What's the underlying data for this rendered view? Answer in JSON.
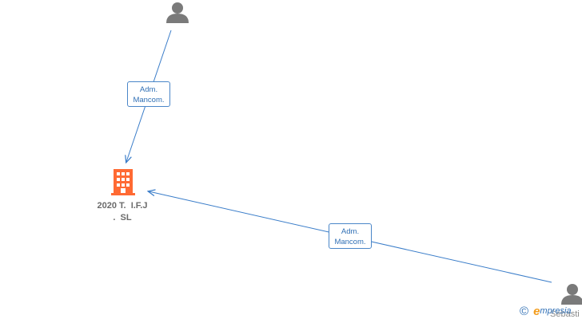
{
  "diagram": {
    "company": {
      "name_line1": "2020 T.  I.F.J",
      "name_line2": ".  SL",
      "icon": "building-icon",
      "color": "#ff6a33"
    },
    "persons": [
      {
        "id": "person-top",
        "icon": "person-icon",
        "name": ""
      },
      {
        "id": "person-bottom-right",
        "icon": "person-icon",
        "name": "Sebasti"
      }
    ],
    "relations": [
      {
        "from": "person-top",
        "to": "company",
        "label_line1": "Adm.",
        "label_line2": "Mancom."
      },
      {
        "from": "person-bottom-right",
        "to": "company",
        "label_line1": "Adm.",
        "label_line2": "Mancom."
      }
    ],
    "colors": {
      "edge": "#3a7dc9",
      "person": "#7a7a7a"
    }
  },
  "watermark": {
    "copyright_symbol": "©",
    "logo_first_letter": "e",
    "logo_rest": "mpresia"
  }
}
